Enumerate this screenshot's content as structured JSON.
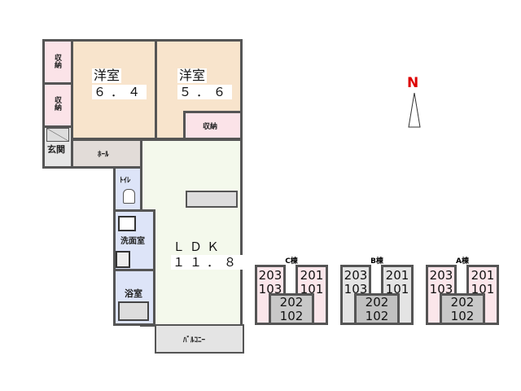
{
  "rooms": {
    "storage": "収納",
    "western1": {
      "name": "洋室",
      "size": "６．４"
    },
    "western2": {
      "name": "洋室",
      "size": "５．６"
    },
    "entrance": "玄関",
    "hall": "ﾎｰﾙ",
    "toilet": "ﾄｲﾚ",
    "washroom": "洗面室",
    "bathroom": "浴室",
    "ldk": {
      "name": "ＬＤＫ",
      "size": "１１．８"
    },
    "balcony": "ﾊﾞﾙｺﾆｰ"
  },
  "compass": "N",
  "buildings": [
    {
      "label": "C棟",
      "units": [
        "203\n103",
        "201\n101",
        "202\n102"
      ],
      "color": "#fbe6ea"
    },
    {
      "label": "B棟",
      "units": [
        "203\n103",
        "201\n101",
        "202\n102"
      ],
      "color": "#e4e4e4"
    },
    {
      "label": "A棟",
      "units": [
        "203\n103",
        "201\n101",
        "202\n102"
      ],
      "color": "#fbe6ea"
    }
  ]
}
